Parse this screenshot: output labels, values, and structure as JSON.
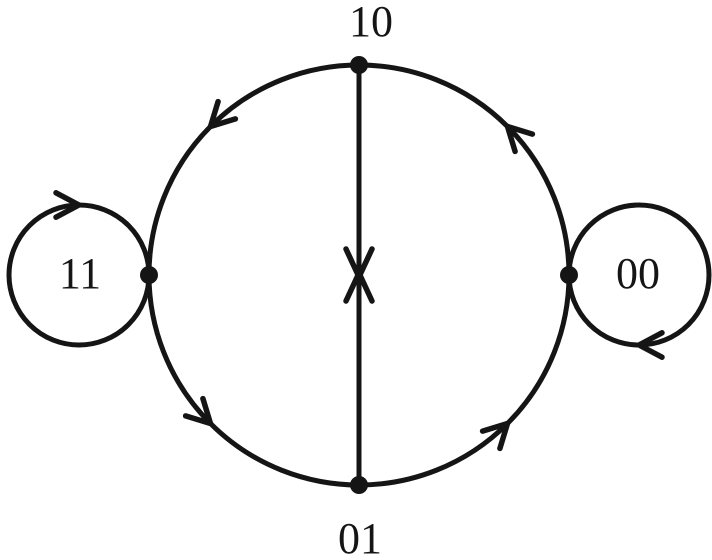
{
  "diagram": {
    "type": "state-transition-graph",
    "colors": {
      "ink": "#151515",
      "background": "#ffffff"
    },
    "nodes": [
      {
        "id": "10",
        "label": "10",
        "position": "top"
      },
      {
        "id": "01",
        "label": "01",
        "position": "bottom"
      },
      {
        "id": "11",
        "label": "11",
        "position": "left",
        "self_loop": true
      },
      {
        "id": "00",
        "label": "00",
        "position": "right",
        "self_loop": true
      }
    ],
    "edges": [
      {
        "from": "10",
        "to": "11",
        "path": "upper-left arc"
      },
      {
        "from": "11",
        "to": "01",
        "path": "lower-left arc"
      },
      {
        "from": "01",
        "to": "00",
        "path": "lower-right arc"
      },
      {
        "from": "00",
        "to": "10",
        "path": "upper-right arc"
      },
      {
        "from": "10",
        "to": "01",
        "path": "vertical chord"
      },
      {
        "from": "01",
        "to": "10",
        "path": "vertical chord"
      },
      {
        "from": "11",
        "to": "11",
        "path": "self-loop"
      },
      {
        "from": "00",
        "to": "00",
        "path": "self-loop"
      }
    ]
  }
}
